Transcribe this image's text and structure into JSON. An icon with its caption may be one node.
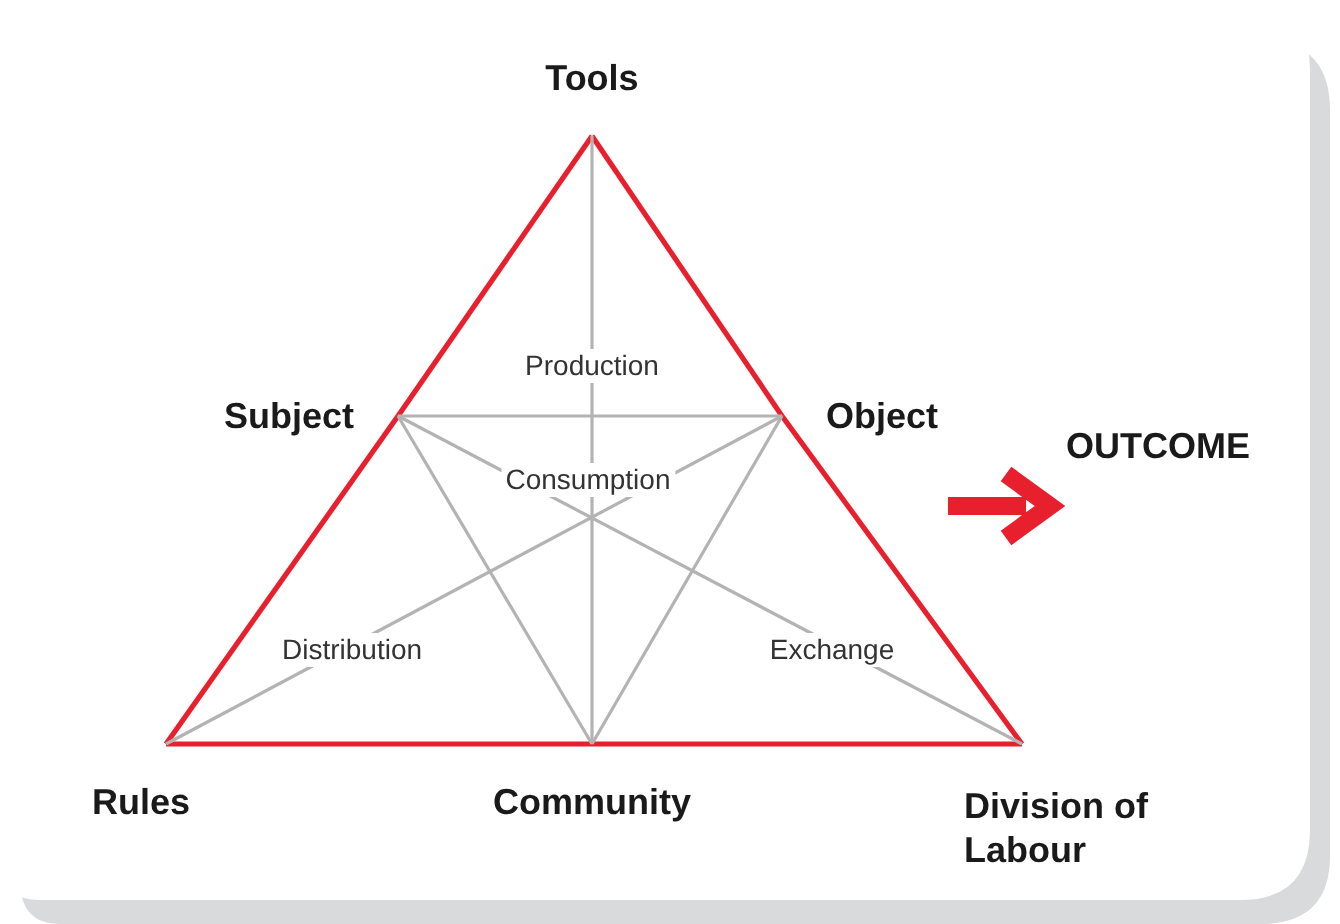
{
  "diagram": {
    "nodes": [
      {
        "text": [
          "Tools"
        ]
      },
      {
        "text": [
          "Subject"
        ]
      },
      {
        "text": [
          "Object"
        ]
      },
      {
        "text": [
          "Rules"
        ]
      },
      {
        "text": [
          "Community"
        ]
      },
      {
        "text": [
          "Division of Labour"
        ]
      },
      {
        "text": [
          "OUTCOME"
        ]
      }
    ],
    "edges": [
      {
        "from": 0,
        "to": 1,
        "arrow": "none"
      },
      {
        "from": 1,
        "to": 3,
        "arrow": "none"
      },
      {
        "from": 3,
        "to": 4,
        "arrow": "none"
      },
      {
        "from": 4,
        "to": 5,
        "arrow": "none"
      },
      {
        "from": 5,
        "to": 2,
        "arrow": "none"
      },
      {
        "from": 2,
        "to": 0,
        "arrow": "none"
      },
      {
        "from": 0,
        "to": 4,
        "arrow": "none",
        "color": "#b3b3b3"
      },
      {
        "from": 1,
        "to": 2,
        "arrow": "none",
        "color": "#b3b3b3"
      },
      {
        "from": 1,
        "to": 4,
        "arrow": "none",
        "color": "#b3b3b3"
      },
      {
        "from": 2,
        "to": 4,
        "arrow": "none",
        "color": "#b3b3b3"
      },
      {
        "from": 1,
        "to": 5,
        "arrow": "none",
        "color": "#b3b3b3"
      },
      {
        "from": 2,
        "to": 3,
        "arrow": "none",
        "color": "#b3b3b3"
      },
      {
        "from": null,
        "to": 6,
        "arrow": "to",
        "style": "thick"
      }
    ],
    "labels": [
      "Production",
      "Consumption",
      "Distribution",
      "Exchange"
    ]
  }
}
